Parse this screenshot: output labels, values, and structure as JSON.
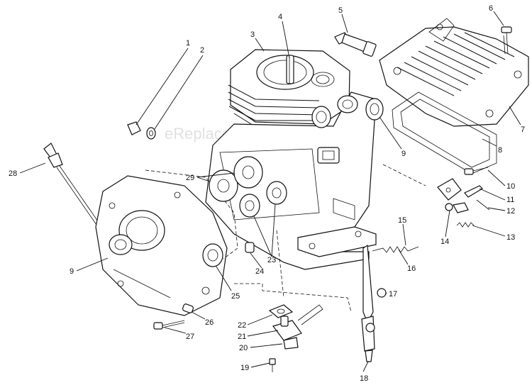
{
  "watermark": "eReplacementParts.com",
  "callouts": [
    {
      "id": "1",
      "label": "1"
    },
    {
      "id": "2",
      "label": "2"
    },
    {
      "id": "3",
      "label": "3"
    },
    {
      "id": "4",
      "label": "4"
    },
    {
      "id": "5",
      "label": "5"
    },
    {
      "id": "6",
      "label": "6"
    },
    {
      "id": "7",
      "label": "7"
    },
    {
      "id": "8",
      "label": "8"
    },
    {
      "id": "9a",
      "label": "9"
    },
    {
      "id": "9b",
      "label": "9"
    },
    {
      "id": "10",
      "label": "10"
    },
    {
      "id": "11",
      "label": "11"
    },
    {
      "id": "12",
      "label": "12"
    },
    {
      "id": "13",
      "label": "13"
    },
    {
      "id": "14",
      "label": "14"
    },
    {
      "id": "15",
      "label": "15"
    },
    {
      "id": "16",
      "label": "16"
    },
    {
      "id": "17",
      "label": "17"
    },
    {
      "id": "18",
      "label": "18"
    },
    {
      "id": "19",
      "label": "19"
    },
    {
      "id": "20",
      "label": "20"
    },
    {
      "id": "21",
      "label": "21"
    },
    {
      "id": "22",
      "label": "22"
    },
    {
      "id": "23",
      "label": "23"
    },
    {
      "id": "24",
      "label": "24"
    },
    {
      "id": "25",
      "label": "25"
    },
    {
      "id": "26",
      "label": "26"
    },
    {
      "id": "27",
      "label": "27"
    },
    {
      "id": "28",
      "label": "28"
    },
    {
      "id": "29",
      "label": "29"
    }
  ]
}
